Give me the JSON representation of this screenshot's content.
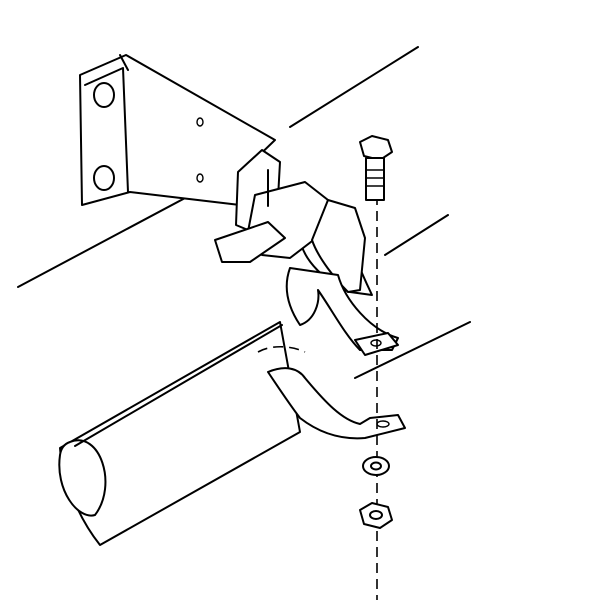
{
  "diagram": {
    "type": "exploded-assembly-line-drawing",
    "colors": {
      "ink": "#000000",
      "paper": "#ffffff"
    },
    "parts": [
      "frame-rail-lines",
      "exhaust-pipe",
      "mounting-bracket",
      "rubber-insulator-hanger",
      "upper-clamp-half",
      "lower-clamp-half",
      "bolt",
      "lock-washer",
      "nut"
    ]
  }
}
